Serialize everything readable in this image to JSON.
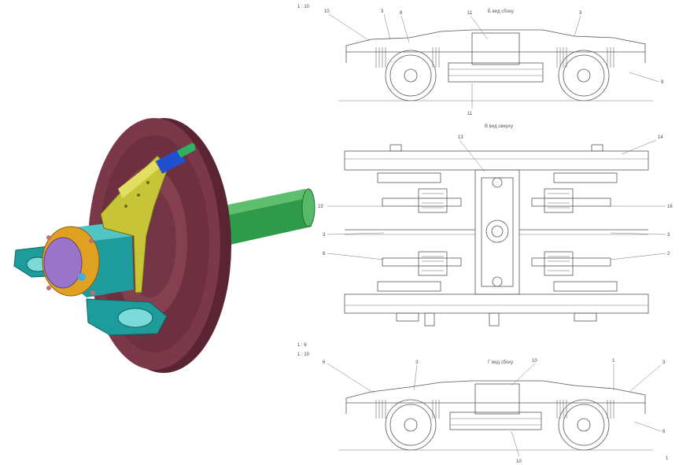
{
  "views": {
    "top": {
      "title": "Б вид сбоку",
      "callouts": [
        "10",
        "3",
        "8",
        "11",
        "3",
        "9",
        "11"
      ]
    },
    "plan": {
      "title": "В вид сверху",
      "callouts": [
        "13",
        "14",
        "15",
        "16",
        "3",
        "3",
        "6",
        "2"
      ]
    },
    "bottom": {
      "title": "Г вид сбоку",
      "callouts": [
        "6",
        "3",
        "10",
        "1",
        "3",
        "6",
        "10"
      ]
    }
  },
  "corner_notes": [
    "1 : 10",
    "1 : 6",
    "1 : 10"
  ],
  "page_mark": "1",
  "colors": {
    "wheel": "#7a3848",
    "wheel_dark": "#5a2433",
    "axle": "#2f9a4a",
    "housing": "#1e9c9c",
    "cover": "#e0a020",
    "cap": "#9a74c8",
    "arm": "#c8c438",
    "sensor": "#2050d0"
  }
}
